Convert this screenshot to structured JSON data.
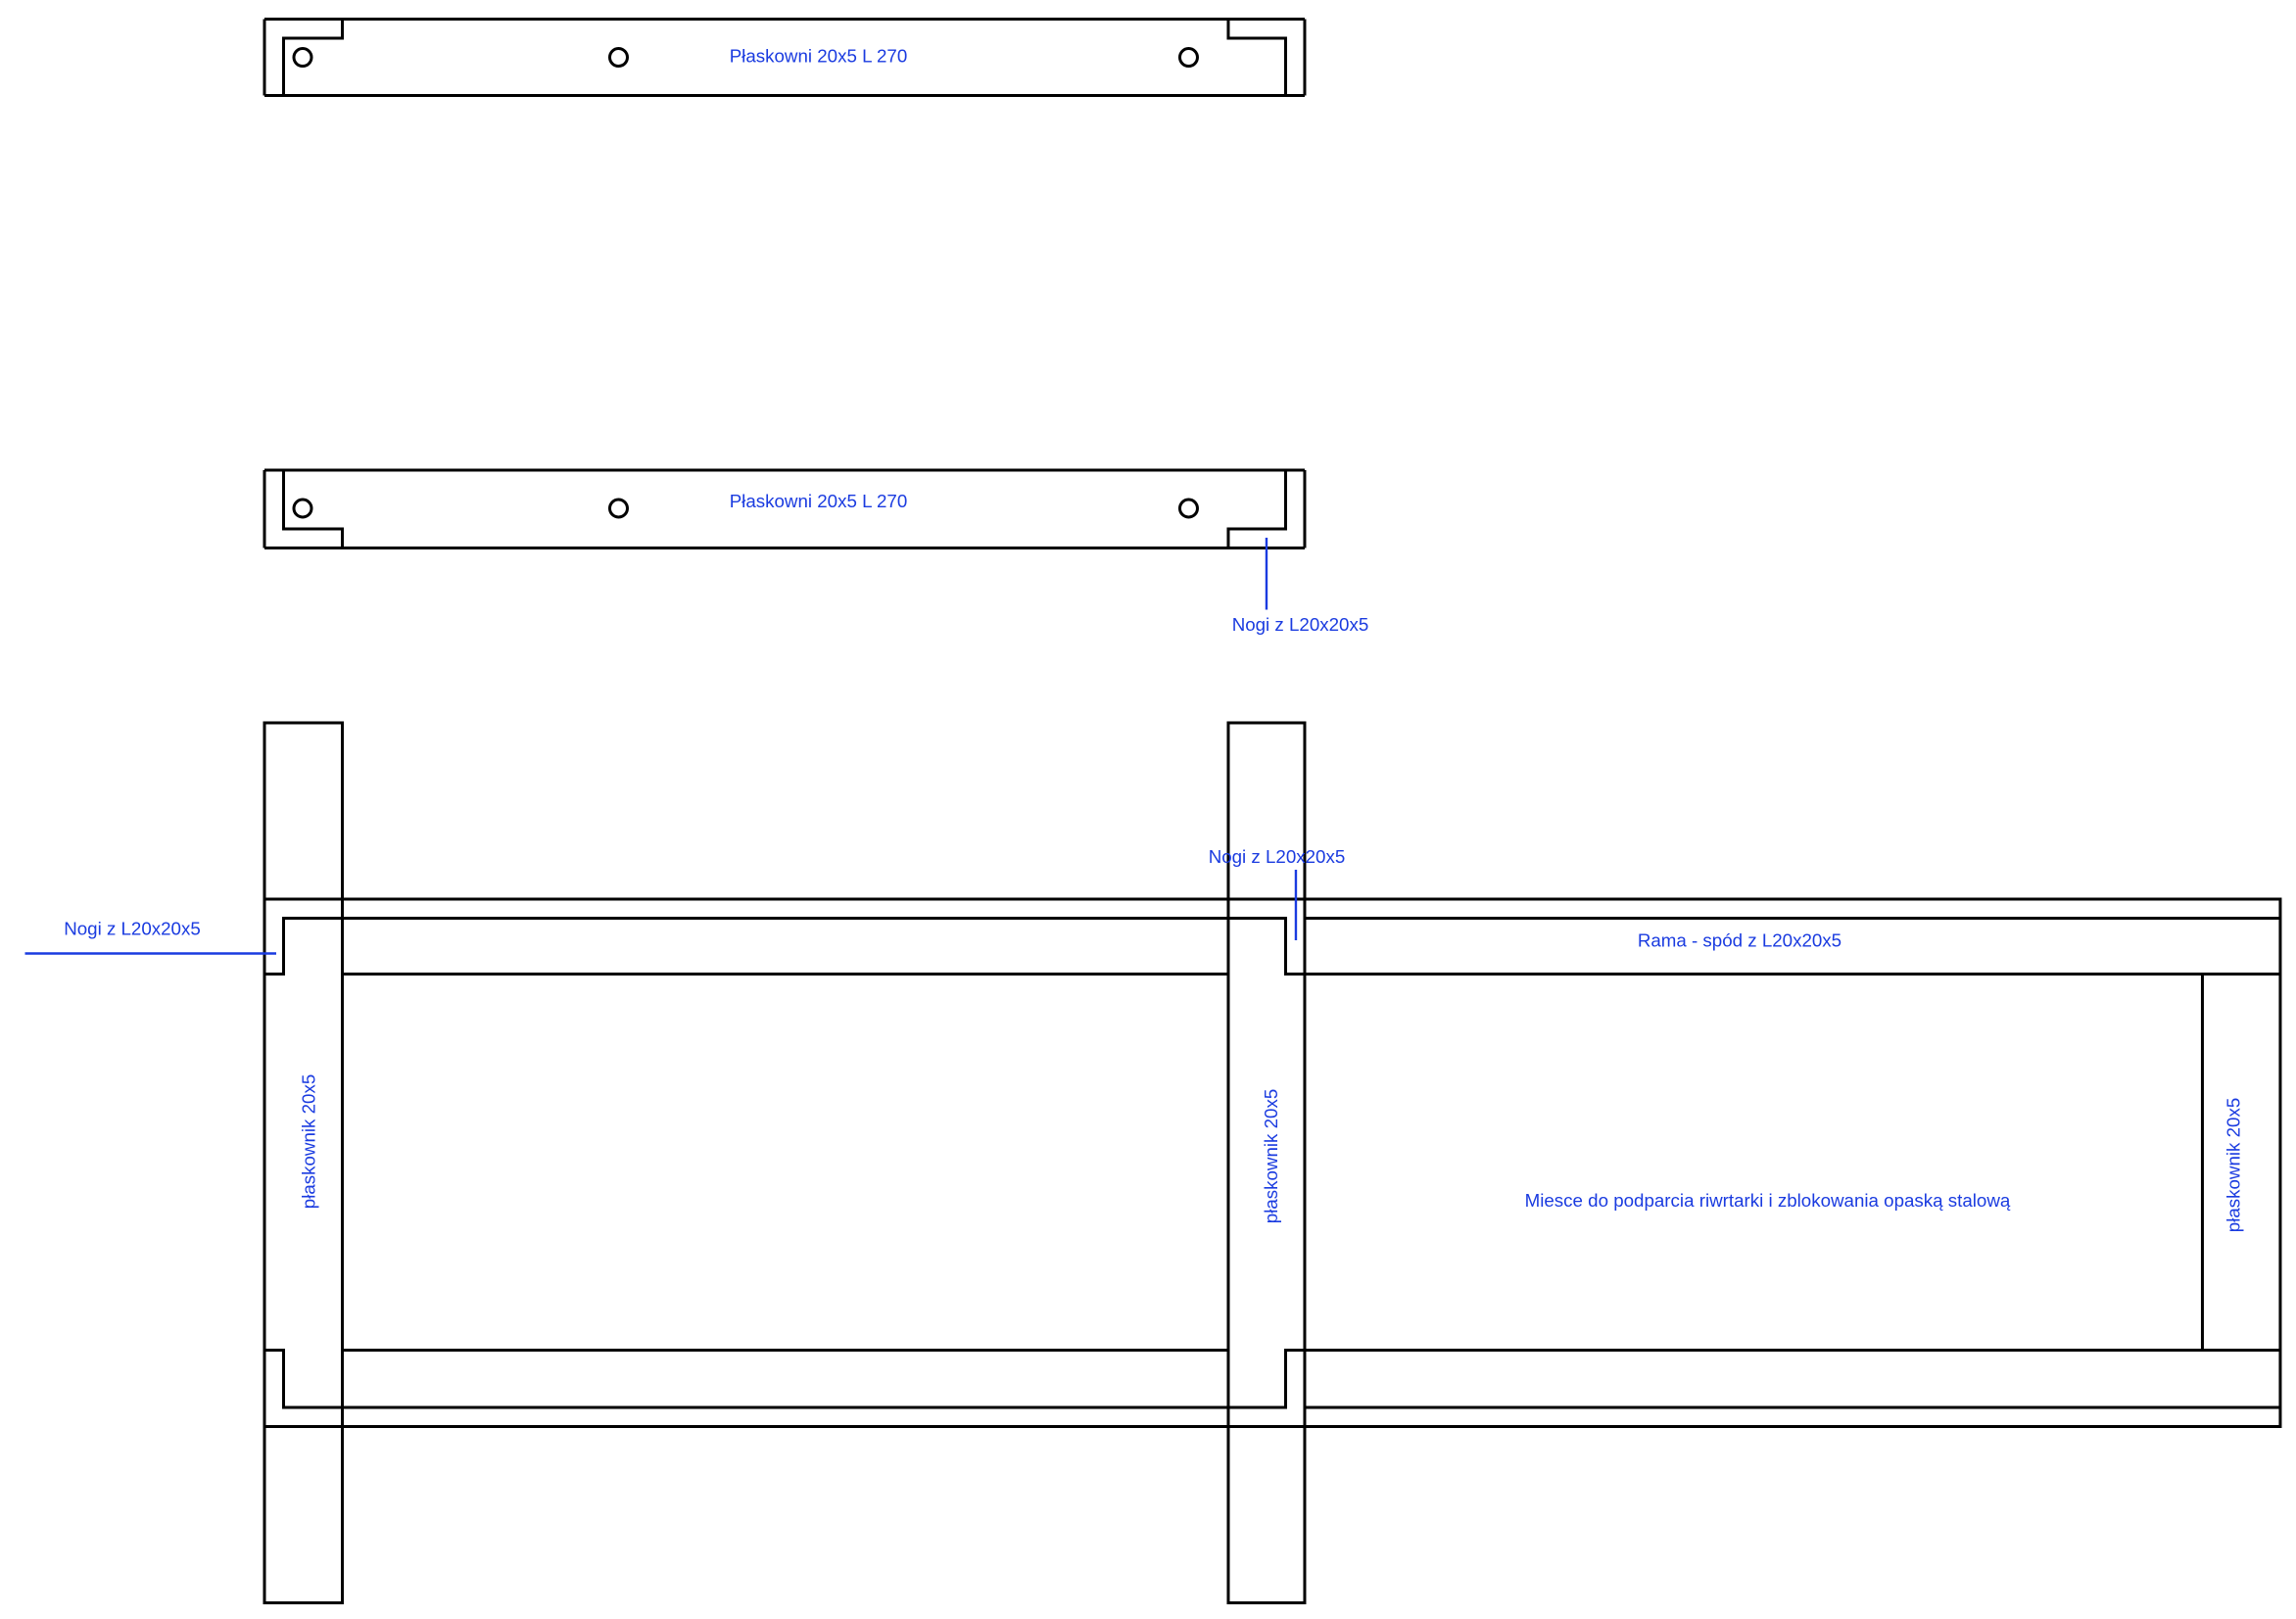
{
  "labels": {
    "flat_bar_top": "Płaskowni 20x5 L 270",
    "flat_bar_second": "Płaskowni 20x5 L 270",
    "legs_label_top": "Nogi z L20x20x5",
    "legs_label_left": "Nogi z L20x20x5",
    "legs_label_middle": "Nogi z L20x20x5",
    "frame_label": "Rama - spód z L20x20x5",
    "flat_bar_vertical_left": "płaskownik 20x5",
    "flat_bar_vertical_middle": "płaskownik 20x5",
    "flat_bar_vertical_right": "płaskownik 20x5",
    "support_area": "Miesce do podparcia riwrtarki i zblokowania opaską stalową"
  },
  "colors": {
    "line": "#000000",
    "annotation": "#1a3be0"
  }
}
